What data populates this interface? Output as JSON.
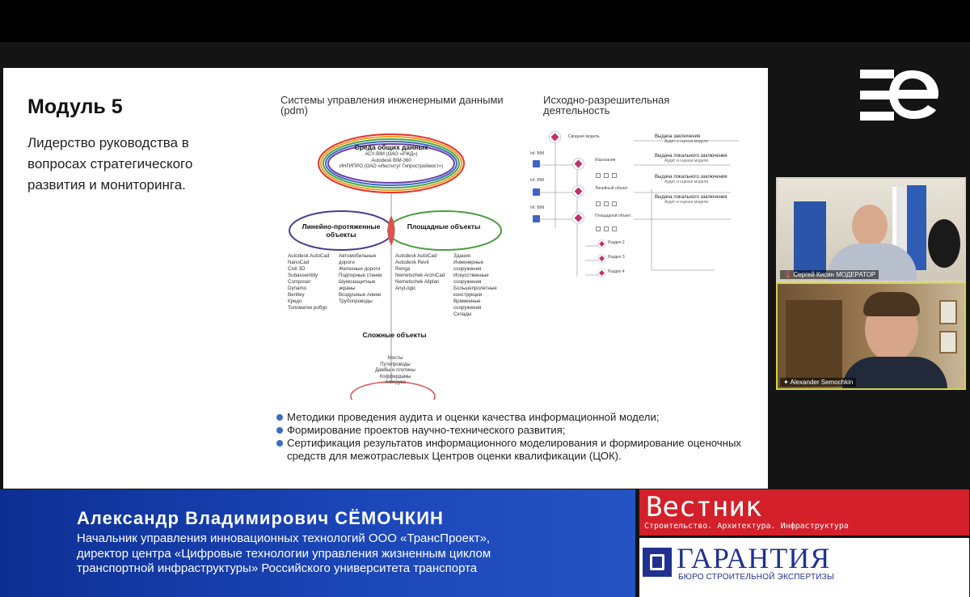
{
  "slide": {
    "module_title": "Модуль 5",
    "module_subtitle": "Лидерство руководства в вопросах стратегического развития и мониторинга.",
    "pdm_title": "Системы управления инженерными данными (pdm)",
    "ird_title": "Исходно-разрешительная деятельность",
    "cds": {
      "title": "Среда общих данных",
      "items": [
        "АСУ-BIM (ОАО «РЖД»)",
        "Autodesk BIM-360",
        "ИНГИПРО (ОАО «Институт Гипростроймост»)"
      ]
    },
    "linear": {
      "title": "Линейно-протяженные объекты",
      "col1": [
        "Autodesk AutoCad",
        "NanoCad",
        "Civil 3D",
        "Subassembly",
        "Composer",
        "Dynamo",
        "Bentley",
        "Кредо",
        "Топоматик робур"
      ],
      "col2": [
        "Автомобильные дороги",
        "Железные дороги",
        "Подпорные стенки",
        "Шумозащитные экраны",
        "Воздушные линии",
        "Трубопроводы"
      ]
    },
    "area": {
      "title": "Площадные объекты",
      "col1": [
        "Autodesk AutoCad",
        "Autodesk Revit",
        "Renga",
        "Nemetschek ArchiCad",
        "Nemetschek Allplan",
        "AnyLogic"
      ],
      "col2": [
        "Здания",
        "Инженерные сооружения",
        "Искусственные сооружения",
        "Большепролетные конструкции",
        "Временные сооружения",
        "Склады"
      ]
    },
    "complex": {
      "title": "Сложные объекты",
      "items": [
        "Мосты",
        "Путепроводы",
        "Дамбы и плотины",
        "Коффердамы",
        "Акведуки"
      ]
    },
    "ird": {
      "root": "Сводная модель",
      "stages": [
        "Изыскания",
        "Линейный объект",
        "Площадной объект"
      ],
      "sections": [
        "Раздел 2",
        "Раздел 3",
        "Раздел 4"
      ],
      "side_label": "Inf. BIM",
      "outputs": [
        {
          "title": "Выдача заключения",
          "sub": "Аудит и оценка модели"
        },
        {
          "title": "Выдача локального заключения",
          "sub": "Аудит и оценка модели"
        },
        {
          "title": "Выдача локального заключения",
          "sub": "Аудит и оценка модели"
        },
        {
          "title": "Выдача локального заключения",
          "sub": "Аудит и оценка модели"
        }
      ]
    },
    "bullets": [
      "Методики проведения аудита и оценки качества информационной модели;",
      "Формирование проектов научно-технического развития;",
      "Сертификация результатов информационного моделирования и формирование оценочных средств для межотраслевых Центров оценки квалификации (ЦОК)."
    ]
  },
  "participants": [
    {
      "name": "Сергей Кисин МОДЕРАТОР",
      "icon": "muted-mic-icon"
    },
    {
      "name": "Alexander Semochkin",
      "icon": "pin-icon"
    }
  ],
  "lower_third": {
    "speaker_name": "Александр Владимирович СЁМОЧКИН",
    "speaker_role": [
      "Начальник управления инновационных технологий ООО «ТрансПроект»,",
      "директор центра «Цифровые технологии управления жизненным циклом",
      "транспортной инфраструктуры» Российского университета транспорта"
    ]
  },
  "sponsors": {
    "vestnik_title": "Вестник",
    "vestnik_subtitle": "Строительство. Архитектура. Инфраструктура",
    "garantiya_title": "ГАРАНТИЯ",
    "garantiya_subtitle": "БЮРО СТРОИТЕЛЬНОЙ ЭКСПЕРТИЗЫ"
  },
  "colors": {
    "lower_third_blue": "#1b46b8",
    "vestnik_red": "#d4202a",
    "garantiya_blue": "#20318f",
    "speaker_highlight": "#d3d44a"
  }
}
